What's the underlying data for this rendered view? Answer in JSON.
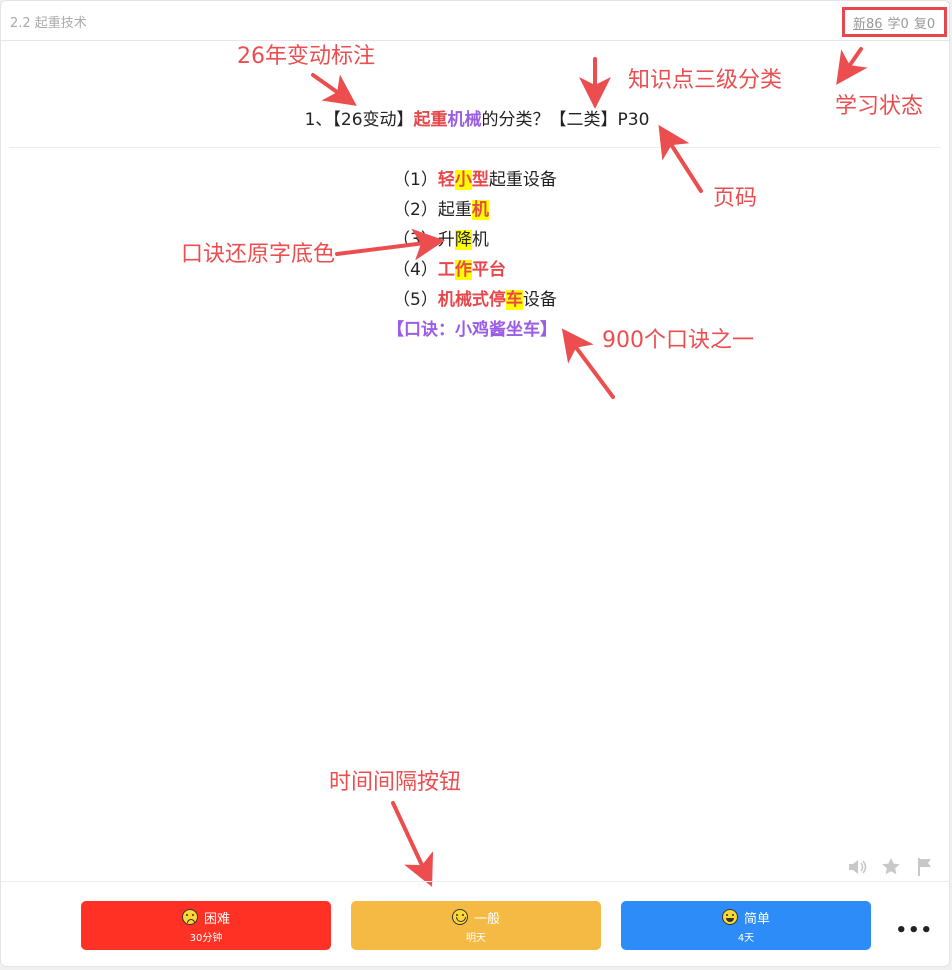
{
  "header": {
    "breadcrumb": "2.2 起重技术",
    "status": {
      "new": "新86",
      "learn": "学0",
      "review": "复0"
    }
  },
  "question": {
    "prefix": "1、【26变动】",
    "term_a": "起重",
    "term_b": "机械",
    "suffix": "的分类？【二类】P30"
  },
  "answers": {
    "a1": {
      "num": "（1）",
      "p1": "轻",
      "p2": "小",
      "p3": "型",
      "rest": "起重设备"
    },
    "a2": {
      "num": "（2）",
      "p1": "起重",
      "p2": "机"
    },
    "a3": {
      "num": "（3）",
      "p1": "升",
      "p2": "降",
      "p3": "机"
    },
    "a4": {
      "num": "（4）",
      "p1": "工",
      "p2": "作",
      "p3": "平台"
    },
    "a5": {
      "num": "（5）",
      "p1": "机械式停",
      "p2": "车",
      "rest": "设备"
    },
    "mnemonic": "【口诀：小鸡酱坐车】"
  },
  "annotations": {
    "change_mark": "26年变动标注",
    "category": "知识点三级分类",
    "status": "学习状态",
    "page": "页码",
    "mnemonic_color": "口诀还原字底色",
    "mnemonic_count": "900个口诀之一",
    "interval_buttons": "时间间隔按钮"
  },
  "footer": {
    "hard": {
      "label": "困难",
      "interval": "30分钟",
      "color": "#ff3125",
      "icon": "sad-face-icon"
    },
    "normal": {
      "label": "一般",
      "interval": "明天",
      "color": "#f5ba44",
      "icon": "neutral-face-icon"
    },
    "easy": {
      "label": "简单",
      "interval": "4天",
      "color": "#2d8cf8",
      "icon": "happy-face-icon"
    },
    "more_label": "•••"
  },
  "toolbar_icons": [
    "speaker-icon",
    "star-icon",
    "flag-icon"
  ],
  "colors": {
    "accent_red": "#e8484b",
    "mnemonic_purple": "#9b5de5",
    "highlight": "#ffff00",
    "annotation": "#ec4e50"
  }
}
